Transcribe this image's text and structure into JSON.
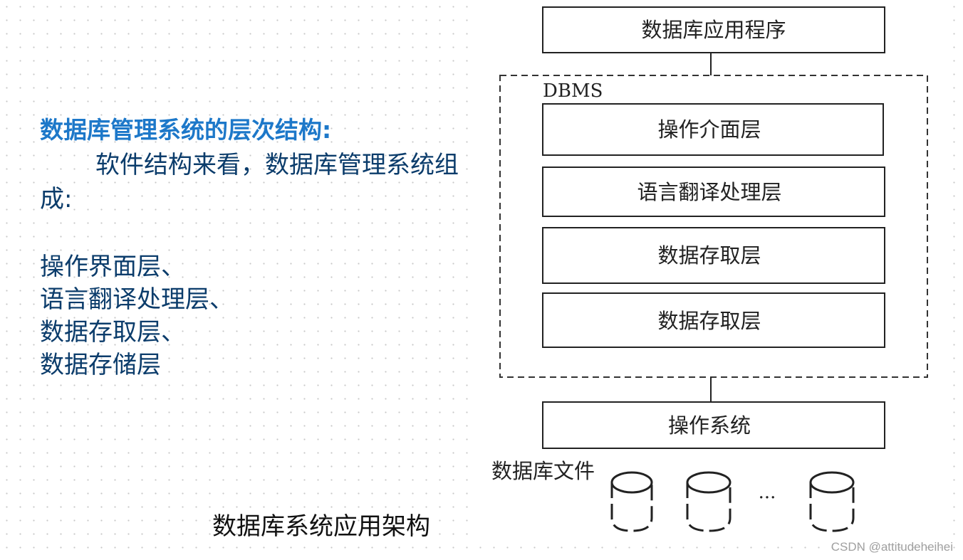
{
  "slide": {
    "title": "数据库管理系统的层次结构:",
    "intro": "软件结构来看，数据库管理系统组成:",
    "layers": [
      "操作界面层、",
      "语言翻译处理层、",
      "数据存取层、",
      "数据存储层"
    ]
  },
  "diagram": {
    "app_box": "数据库应用程序",
    "dbms_label": "DBMS",
    "dbms_layers": [
      "操作介面层",
      "语言翻译处理层",
      "数据存取层",
      "数据存取层"
    ],
    "os_box": "操作系统",
    "files_label": "数据库文件",
    "ellipsis": "···"
  },
  "caption": "数据库系统应用架构",
  "watermark": "CSDN @attitudeheihei"
}
